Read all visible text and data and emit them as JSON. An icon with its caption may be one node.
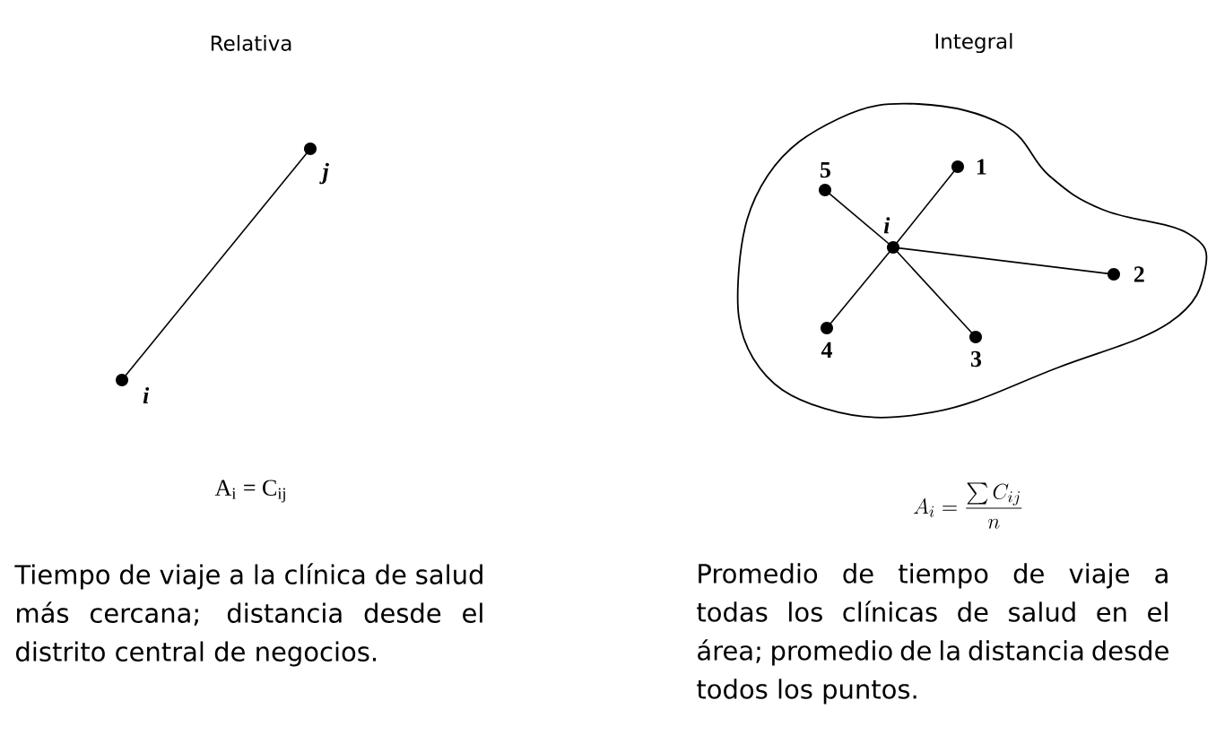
{
  "diagram": {
    "nodes": [
      {
        "text": [
          "i"
        ]
      },
      {
        "text": [
          "j"
        ]
      },
      {
        "text": [],
        "shape": "cloud"
      },
      {
        "text": [
          "i"
        ],
        "in": 2
      },
      {
        "text": [
          "1"
        ],
        "in": 2
      },
      {
        "text": [
          "2"
        ],
        "in": 2
      },
      {
        "text": [
          "3"
        ],
        "in": 2
      },
      {
        "text": [
          "4"
        ],
        "in": 2
      },
      {
        "text": [
          "5"
        ],
        "in": 2
      }
    ],
    "edges": [
      {
        "from": 0,
        "to": 1,
        "arrow": "none"
      },
      {
        "from": 3,
        "to": 4,
        "arrow": "none"
      },
      {
        "from": 3,
        "to": 5,
        "arrow": "none"
      },
      {
        "from": 3,
        "to": 6,
        "arrow": "none"
      },
      {
        "from": 3,
        "to": 7,
        "arrow": "none"
      },
      {
        "from": 3,
        "to": 8,
        "arrow": "none"
      }
    ],
    "labels": [
      "Relativa",
      "Integral",
      "A$_{i}$ = C$_{ij}$",
      "A_i = \\frac{\\sum C_{ij}}{n}",
      "Tiempo de viaje a la clínica de salud más cercana; distancia desde el distrito central de negocios.",
      "Promedio de tiempo de viaje a todas los clínicas de salud en el área; promedio de la distancia desde todos los puntos."
    ]
  }
}
